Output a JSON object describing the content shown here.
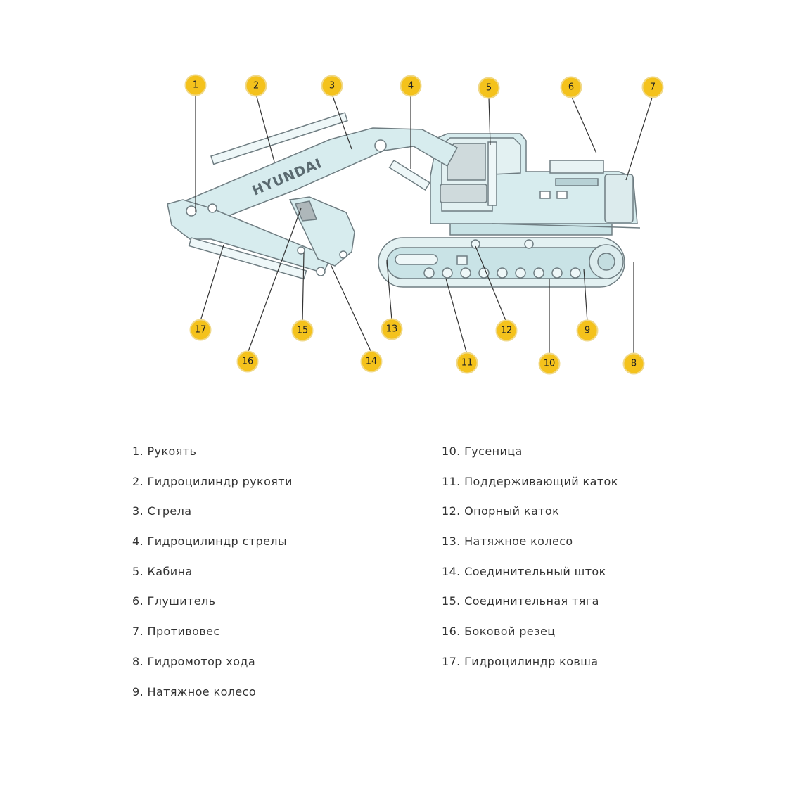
{
  "diagram": {
    "brand": "HYUNDAI",
    "badge_color": "#f4c21c",
    "body_color": "#d7ecee",
    "outline_color": "#6f7d82",
    "callouts": [
      "1",
      "2",
      "3",
      "4",
      "5",
      "6",
      "7",
      "8",
      "9",
      "10",
      "11",
      "12",
      "13",
      "14",
      "15",
      "16",
      "17"
    ]
  },
  "legend": {
    "left": [
      "1. Рукоять",
      "2. Гидроцилиндр рукояти",
      "3. Стрела",
      "4. Гидроцилиндр стрелы",
      "5. Кабина",
      "6. Глушитель",
      "7. Противовес",
      "8. Гидромотор хода",
      "9. Натяжное колесо"
    ],
    "right": [
      "10. Гусеница",
      "11. Поддерживающий каток",
      "12. Опорный каток",
      "13. Натяжное колесо",
      "14. Соединительный шток",
      "15. Соединительная тяга",
      "16. Боковой резец",
      "17. Гидроцилиндр ковша"
    ]
  }
}
